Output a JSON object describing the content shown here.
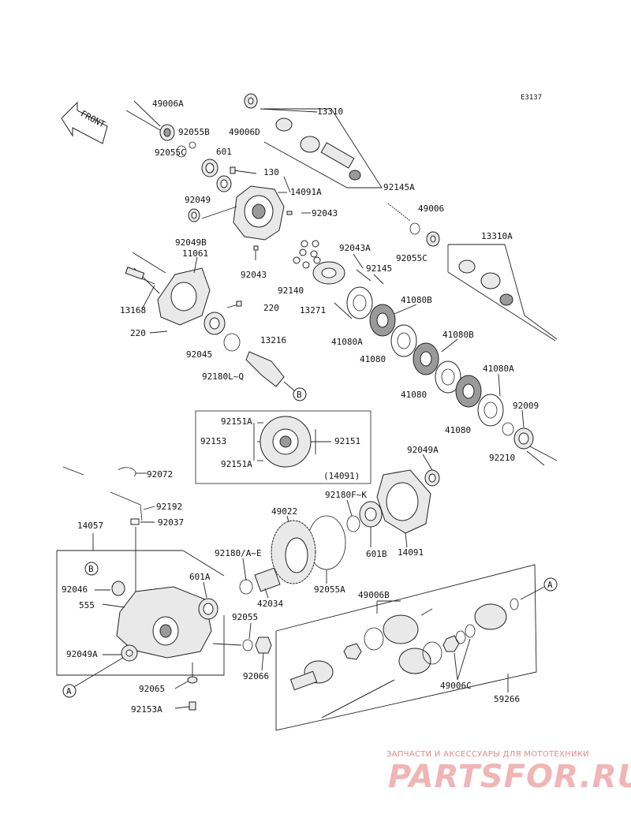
{
  "diagram": {
    "code": "E3137",
    "front_label": "FRONT",
    "labels": [
      {
        "id": "p49006A",
        "text": "49006A"
      },
      {
        "id": "p92055B",
        "text": "92055B"
      },
      {
        "id": "p92055C_1",
        "text": "92055C"
      },
      {
        "id": "p601",
        "text": "601"
      },
      {
        "id": "p130",
        "text": "130"
      },
      {
        "id": "p92049",
        "text": "92049"
      },
      {
        "id": "p14091A",
        "text": "14091A"
      },
      {
        "id": "p92043_1",
        "text": "92043"
      },
      {
        "id": "p92049B",
        "text": "92049B"
      },
      {
        "id": "p11061",
        "text": "11061"
      },
      {
        "id": "p92043_2",
        "text": "92043"
      },
      {
        "id": "p13168",
        "text": "13168"
      },
      {
        "id": "p220_1",
        "text": "220"
      },
      {
        "id": "p220_2",
        "text": "220"
      },
      {
        "id": "p92045",
        "text": "92045"
      },
      {
        "id": "p92180LQ",
        "text": "92180L~Q"
      },
      {
        "id": "p13216",
        "text": "13216"
      },
      {
        "id": "p49006D",
        "text": "49006D"
      },
      {
        "id": "p13310",
        "text": "13310"
      },
      {
        "id": "p92145A",
        "text": "92145A"
      },
      {
        "id": "p49006",
        "text": "49006"
      },
      {
        "id": "p92055C_2",
        "text": "92055C"
      },
      {
        "id": "p13310A",
        "text": "13310A"
      },
      {
        "id": "p92043A",
        "text": "92043A"
      },
      {
        "id": "p92145",
        "text": "92145"
      },
      {
        "id": "p92140",
        "text": "92140"
      },
      {
        "id": "p13271",
        "text": "13271"
      },
      {
        "id": "p41080B_1",
        "text": "41080B"
      },
      {
        "id": "p41080A_1",
        "text": "41080A"
      },
      {
        "id": "p41080_1",
        "text": "41080"
      },
      {
        "id": "p41080B_2",
        "text": "41080B"
      },
      {
        "id": "p41080_2",
        "text": "41080"
      },
      {
        "id": "p41080A_2",
        "text": "41080A"
      },
      {
        "id": "p92009",
        "text": "92009"
      },
      {
        "id": "p41080_3",
        "text": "41080"
      },
      {
        "id": "p92210",
        "text": "92210"
      },
      {
        "id": "p92151A_1",
        "text": "92151A"
      },
      {
        "id": "p92153",
        "text": "92153"
      },
      {
        "id": "p92151",
        "text": "92151"
      },
      {
        "id": "p92151A_2",
        "text": "92151A"
      },
      {
        "id": "p14091_box",
        "text": "(14091)"
      },
      {
        "id": "p92072",
        "text": "92072"
      },
      {
        "id": "p92192",
        "text": "92192"
      },
      {
        "id": "p14057",
        "text": "14057"
      },
      {
        "id": "p92037",
        "text": "92037"
      },
      {
        "id": "p92049A_1",
        "text": "92049A"
      },
      {
        "id": "p92180FK",
        "text": "92180F~K"
      },
      {
        "id": "p49022",
        "text": "49022"
      },
      {
        "id": "p601B",
        "text": "601B"
      },
      {
        "id": "p14091",
        "text": "14091"
      },
      {
        "id": "p92180AE",
        "text": "92180/A~E"
      },
      {
        "id": "p601A",
        "text": "601A"
      },
      {
        "id": "p92046",
        "text": "92046"
      },
      {
        "id": "p555",
        "text": "555"
      },
      {
        "id": "p42034",
        "text": "42034"
      },
      {
        "id": "p92055A",
        "text": "92055A"
      },
      {
        "id": "p49006B",
        "text": "49006B"
      },
      {
        "id": "p92055",
        "text": "92055"
      },
      {
        "id": "p92049A_2",
        "text": "92049A"
      },
      {
        "id": "p92066",
        "text": "92066"
      },
      {
        "id": "p92065",
        "text": "92065"
      },
      {
        "id": "p92153A",
        "text": "92153A"
      },
      {
        "id": "p49006C",
        "text": "49006C"
      },
      {
        "id": "p59266",
        "text": "59266"
      }
    ],
    "markers": [
      {
        "id": "mB1",
        "text": "B"
      },
      {
        "id": "mB2",
        "text": "B"
      },
      {
        "id": "mA1",
        "text": "A"
      },
      {
        "id": "mA2",
        "text": "A"
      }
    ]
  },
  "watermark": {
    "tagline": "ЗАПЧАСТИ И АКСЕССУАРЫ ДЛЯ МОТОТЕХНИКИ",
    "brand": "PARTSFOR.RU"
  }
}
